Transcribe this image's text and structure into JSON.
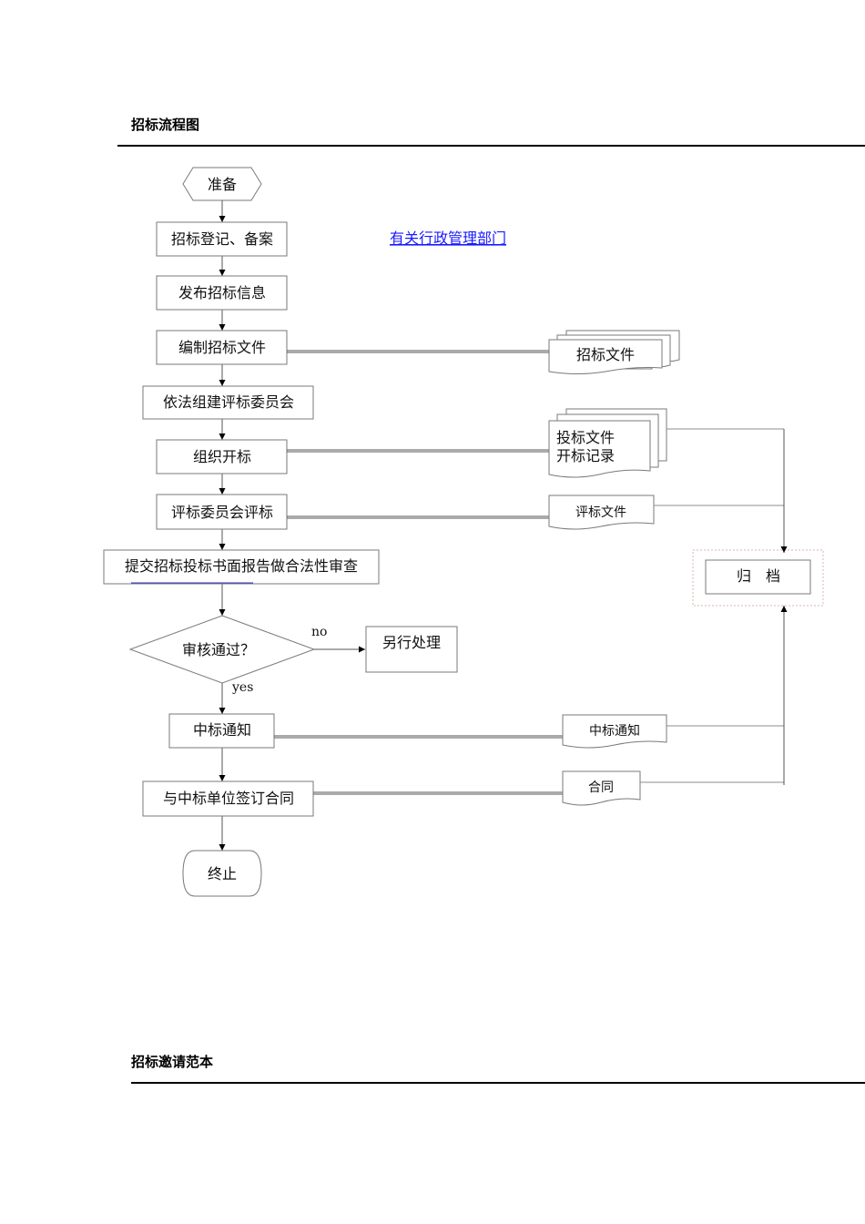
{
  "section1": {
    "title": "招标流程图"
  },
  "section2": {
    "title": "招标邀请范本"
  },
  "flow": {
    "start": "准备",
    "steps": [
      "招标登记、备案",
      "发布招标信息",
      "编制招标文件",
      "依法组建评标委员会",
      "组织开标",
      "评标委员会评标",
      "提交招标投标书面报告做合法性审查"
    ],
    "decision": "审核通过？",
    "no_label": "no",
    "yes_label": "yes",
    "alternate": "另行处理",
    "after_steps": [
      "中标通知",
      "与中标单位签订合同"
    ],
    "end": "终止",
    "link": "有关行政管理部门",
    "docs": {
      "tender_docs": "招标文件",
      "bid_docs_line1": "投标文件",
      "bid_docs_line2": "开标记录",
      "eval_docs": "评标文件",
      "award_notice": "中标通知",
      "contract": "合同"
    },
    "archive": "归　档"
  }
}
